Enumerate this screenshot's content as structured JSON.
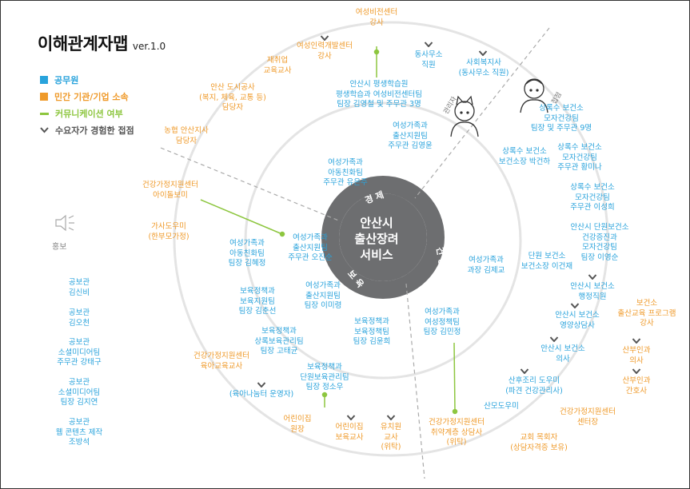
{
  "title": "이해관계자맵",
  "version": "ver.1.0",
  "colors": {
    "public": "#29a3dc",
    "private": "#ef9a2a",
    "communication": "#8dc63f",
    "ring": "#6d6e70"
  },
  "legend": [
    {
      "label": "공무원",
      "marker": "blue-square"
    },
    {
      "label": "민간 기관/기업 소속",
      "marker": "orange-square"
    },
    {
      "label": "커뮤니케이션 여부",
      "marker": "green-dash"
    },
    {
      "label": "수요자가 경험한 접점",
      "marker": "gray-chevron"
    }
  ],
  "center": {
    "lines": [
      "안산시",
      "출산장려",
      "서비스"
    ]
  },
  "ring_words": {
    "economy": "경 제",
    "health": "건 강",
    "care": "보 육"
  },
  "personas": {
    "contact": "접점",
    "manager": "관리자"
  },
  "promotion": {
    "label": "홍보"
  },
  "left_column": [
    [
      "공보관",
      "김신비"
    ],
    [
      "공보관",
      "김오천"
    ],
    [
      "공보관",
      "소셜미디어팀",
      "주무관 강태구"
    ],
    [
      "공보관",
      "소셜미디어팀",
      "팀장 김지연"
    ],
    [
      "공보관",
      "웹 콘텐츠 제작",
      "조방석"
    ]
  ],
  "stakeholders": {
    "women_center_instructor": [
      "여성비전센터",
      "강사"
    ],
    "women_hr_center_instructor": [
      "여성인력개발센터",
      "강사"
    ],
    "reemployment_teacher": [
      "재취업",
      "교육교사"
    ],
    "urban_corp_staff": [
      "안산 도시공사",
      "(복지, 체육, 교통 등)",
      "담당자"
    ],
    "nh_staff": [
      "농협 안산지사",
      "담당자"
    ],
    "community_office_staff": [
      "동사무소",
      "직원"
    ],
    "social_worker": [
      "사회복지사",
      "(동사무소 직원)"
    ],
    "lifelong_learning": [
      "안산시 평생학습원",
      "평생학습과 여성비전센터팀",
      "팀장 김영철 및 주무관 3명"
    ],
    "sangnoksu_health_team": [
      "상록수 보건소",
      "모자건강팀",
      "팀장 및 주무관 9명"
    ],
    "sangnoksu_director": [
      "상록수 보건소",
      "보건소장 박건하"
    ],
    "sangnoksu_hwang": [
      "상록수 보건소",
      "모자건강팀",
      "주무관 황미나"
    ],
    "sangnoksu_lee": [
      "상록수 보건소",
      "모자건강팀",
      "주무관 이성희"
    ],
    "danwon_health_team": [
      "안산시 단원보건소",
      "건강증진과",
      "모자건강팀",
      "팀장 이영순"
    ],
    "danwon_director": [
      "단원 보건소",
      "보건소장 이건재"
    ],
    "health_admin": [
      "안산시 보건소",
      "행정직원"
    ],
    "health_nutrition": [
      "안산시 보건소",
      "영양상담사"
    ],
    "health_doctor": [
      "안산시 보건소",
      "의사"
    ],
    "prenatal_program": [
      "보건소",
      "출산교육 프로그램",
      "강사"
    ],
    "obgyn_doctor": [
      "산부인과",
      "의사"
    ],
    "obgyn_nurse": [
      "산부인과",
      "간호사"
    ],
    "postpartum_helper": [
      "산후조리 도우미",
      "(파견 건강관리사)"
    ],
    "family_center_director": [
      "건강가정지원센터",
      "센터장"
    ],
    "church_pastor": [
      "교회 목회자",
      "(상담자격증 보유)"
    ],
    "postpartum_helper2": [
      "산모도우미"
    ],
    "family_center_counselor": [
      "건강가정지원센터",
      "취약계층 상담사",
      "(위탁)"
    ],
    "kindergarten_teacher": [
      "유치원",
      "교사",
      "(위탁)"
    ],
    "daycare_teacher": [
      "어린이집",
      "보육교사"
    ],
    "daycare_director": [
      "어린이집",
      "원장"
    ],
    "childcare_operator": [
      "(육아나눔터 운영자)"
    ],
    "family_center_educator": [
      "건강가정지원센터",
      "육아교육교사"
    ],
    "family_center_ibom": [
      "건강가정지원센터",
      "아이돌보미"
    ],
    "housekeeper": [
      "가사도우미",
      "(한부모가정)"
    ],
    "childcare_policy_team": [
      "보육정책과",
      "단원보육관리팀",
      "팀장 정소우"
    ],
    "childcare_sangnok": [
      "보육정책과",
      "상록보육관리팀",
      "팀장 고태균"
    ],
    "childcare_support": [
      "보육정책과",
      "보육지원팀",
      "팀장 김춘선"
    ],
    "childcare_policy": [
      "보육정책과",
      "보육정책팀",
      "팀장 김윤희"
    ],
    "women_family_policy": [
      "여성가족과",
      "여성정책팀",
      "팀장 김민정"
    ],
    "women_family_birth_lee": [
      "여성가족과",
      "출산지원팀",
      "팀장 이미령"
    ],
    "women_family_birth_oh": [
      "여성가족과",
      "출산지원팀",
      "주무관 오진순"
    ],
    "women_family_child_kim": [
      "여성가족과",
      "아동친화팀",
      "팀장 김혜정"
    ],
    "women_family_child_yoo": [
      "여성가족과",
      "아동친화팀",
      "주무관 유은주"
    ],
    "women_family_birth_kim": [
      "여성가족과",
      "출산지원팀",
      "주무관 김영윤"
    ],
    "women_family_chief": [
      "여성가족과",
      "과장 김제교"
    ]
  }
}
